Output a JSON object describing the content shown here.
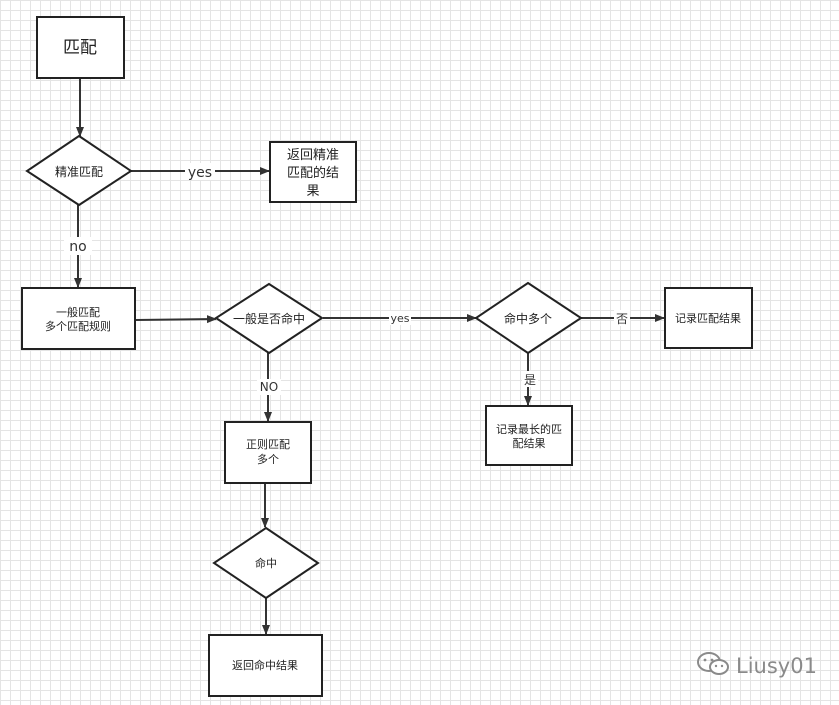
{
  "nodes": {
    "start": "匹配",
    "exact_match": "精准匹配",
    "return_exact": [
      "返回精准",
      "匹配的结",
      "果"
    ],
    "general_match": [
      "一般匹配",
      "多个匹配规则"
    ],
    "general_hit": "一般是否命中",
    "hit_multiple": "命中多个",
    "record_match": "记录匹配结果",
    "record_longest": [
      "记录最长的匹",
      "配结果"
    ],
    "regex_match": [
      "正则匹配",
      "多个"
    ],
    "hit": "命中",
    "return_hit": "返回命中结果"
  },
  "edges": {
    "exact_yes": "yes",
    "exact_no": "no",
    "general_yes": "yes",
    "general_no": "NO",
    "multi_no": "否",
    "multi_yes": "是"
  },
  "watermark": {
    "icon": "wechat-icon",
    "text": "Liusy01"
  }
}
